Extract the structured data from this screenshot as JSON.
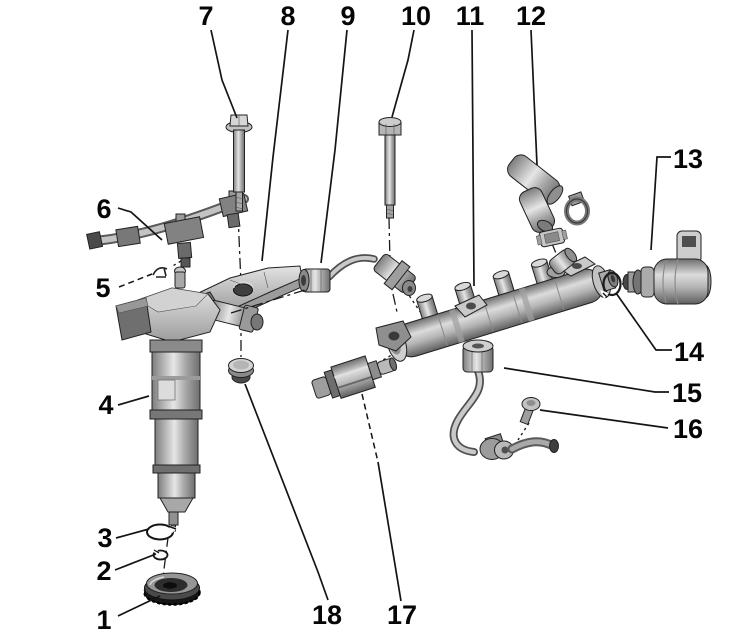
{
  "figure": {
    "kind": "exploded-parts-diagram",
    "subject": "fuel-injector-and-fuel-rail-assembly",
    "background_color": "#ffffff",
    "ink_color": "#141414",
    "metal_light": "#d9d9d9",
    "metal_mid": "#9a9a9a",
    "metal_dark": "#4a4a4a"
  },
  "callouts": [
    {
      "label": "1",
      "part": "heat-shield-seal"
    },
    {
      "label": "2",
      "part": "o-ring-small"
    },
    {
      "label": "3",
      "part": "sealing-washer"
    },
    {
      "label": "4",
      "part": "fuel-injector"
    },
    {
      "label": "5",
      "part": "retaining-clip"
    },
    {
      "label": "6",
      "part": "fuel-return-line"
    },
    {
      "label": "7",
      "part": "clamp-bolt"
    },
    {
      "label": "8",
      "part": "injector-clamp-bracket"
    },
    {
      "label": "9",
      "part": "injector-pressure-pipe"
    },
    {
      "label": "10",
      "part": "rail-mounting-bolt"
    },
    {
      "label": "11",
      "part": "fuel-rail"
    },
    {
      "label": "12",
      "part": "return-elbow-connector"
    },
    {
      "label": "13",
      "part": "pressure-regulating-valve"
    },
    {
      "label": "14",
      "part": "valve-o-ring"
    },
    {
      "label": "15",
      "part": "high-pressure-pipe"
    },
    {
      "label": "16",
      "part": "bracket-bolt"
    },
    {
      "label": "17",
      "part": "fuel-pressure-sensor"
    },
    {
      "label": "18",
      "part": "sealing-plug"
    }
  ]
}
